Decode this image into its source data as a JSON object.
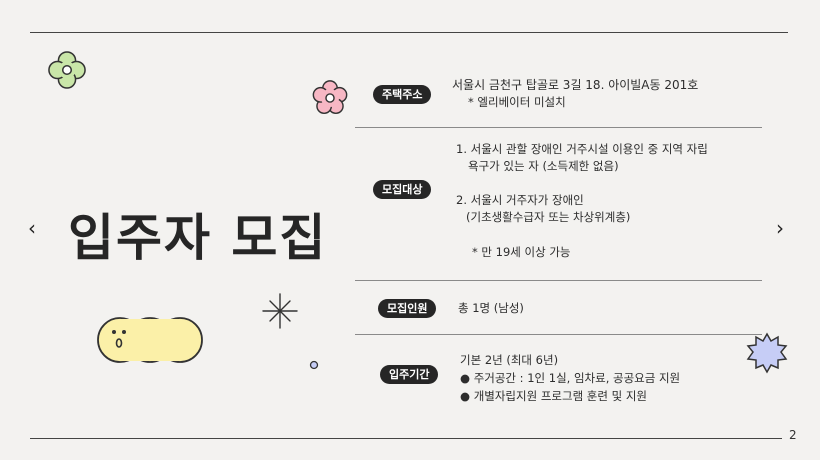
{
  "slide": {
    "title": "입주자 모집",
    "page_number": "2",
    "nav": {
      "prev_icon": "‹",
      "next_icon": "›"
    }
  },
  "sections": {
    "address": {
      "label": "주택주소",
      "lines": [
        "서울시 금천구 탑골로 3길 18. 아이빌A동 201호",
        "* 엘리베이터 미설치"
      ]
    },
    "target": {
      "label": "모집대상",
      "lines": [
        "1. 서울시 관할 장애인 거주시설 이용인 중 지역 자립",
        "욕구가 있는 자 (소득제한 없음)",
        "2. 서울시 거주자가 장애인",
        "(기초생활수급자  또는 차상위계층)",
        "*  만 19세 이상 가능"
      ]
    },
    "count": {
      "label": "모집인원",
      "lines": [
        "총 1명 (남성)"
      ]
    },
    "period": {
      "label": "입주기간",
      "lines": [
        "기본 2년 (최대 6년)",
        "●  주거공간 : 1인 1실,  임차료, 공공요금 지원",
        "●   개별자립지원 프로그램 훈련 및 지원"
      ]
    }
  },
  "colors": {
    "background": "#f3f2f0",
    "pill": "#262626",
    "flower_green": "#c9e6a8",
    "flower_pink": "#f7b7c4",
    "cloud": "#fbf0a8",
    "badge": "#c6cdf6"
  },
  "decorations": [
    "flower-icon",
    "flower-icon",
    "sparkle-icon",
    "dot-icon",
    "cloud-face-icon",
    "star-badge-icon"
  ]
}
